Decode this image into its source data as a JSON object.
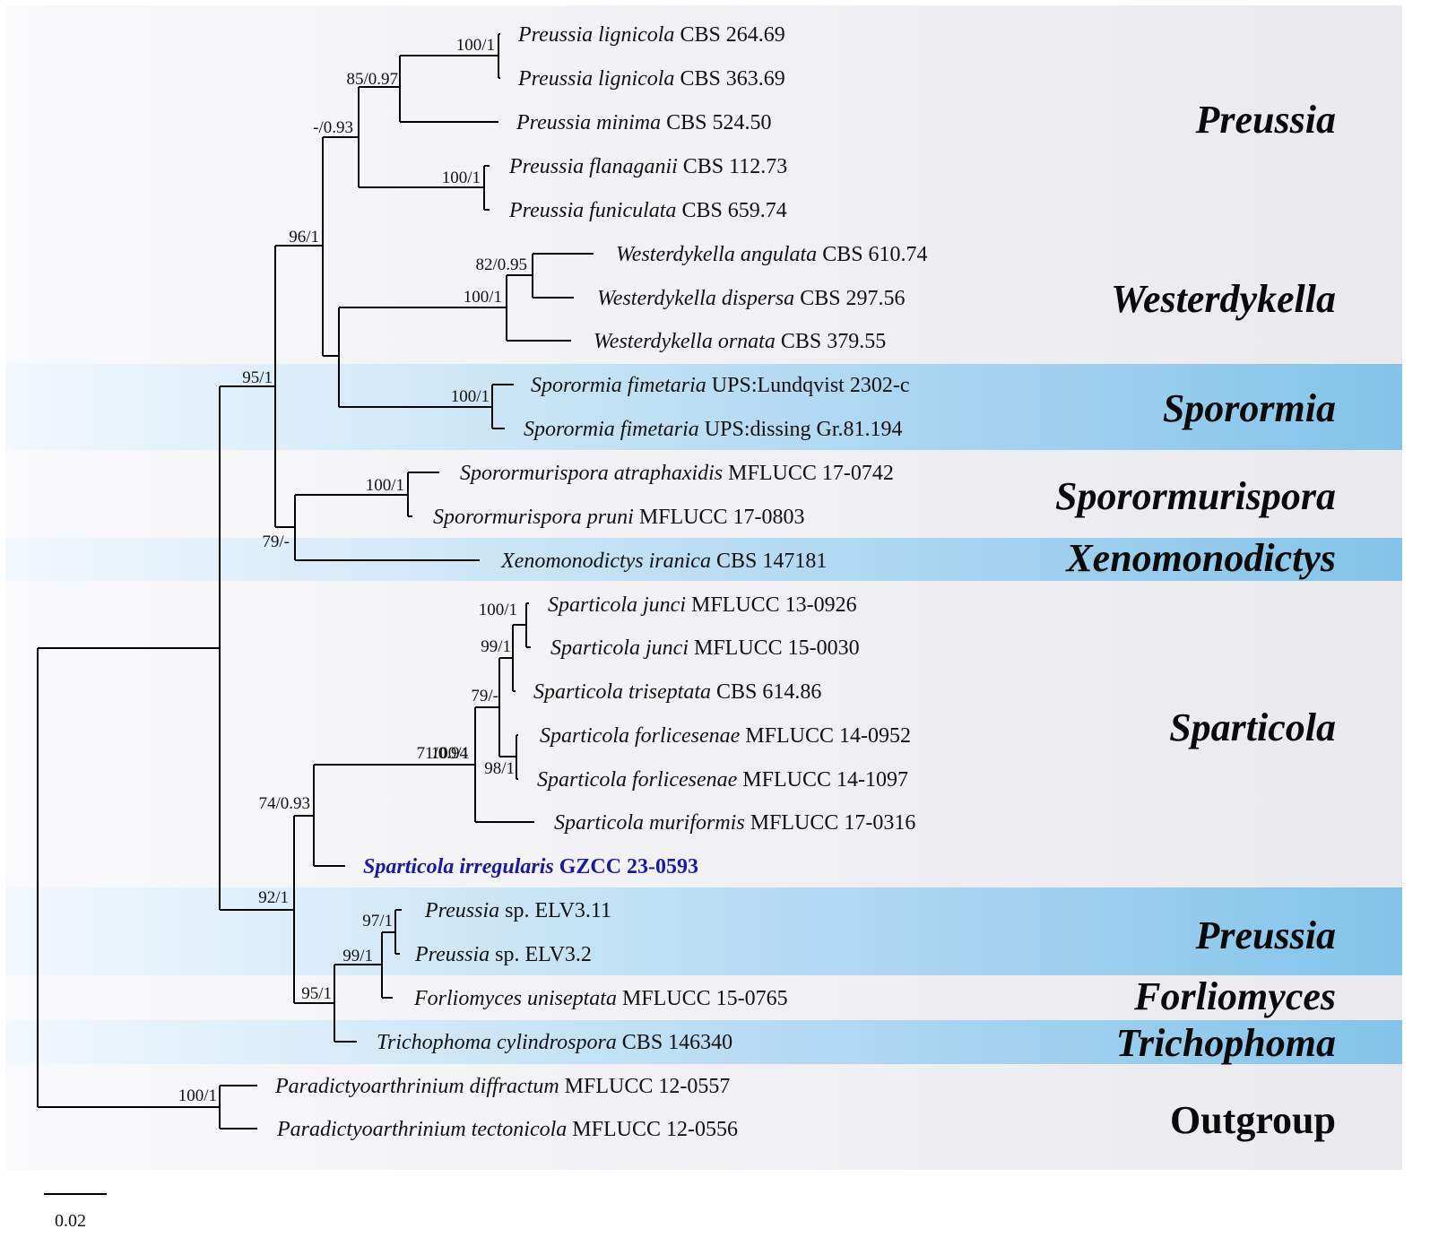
{
  "bands": [
    {
      "name": "preussia-1",
      "label": "Preussia",
      "italic": true,
      "color": "blue"
    },
    {
      "name": "westerdykella",
      "label": "Westerdykella",
      "italic": true,
      "color": "gray"
    },
    {
      "name": "sporormia",
      "label": "Sporormia",
      "italic": true,
      "color": "blue"
    },
    {
      "name": "sporormurispora",
      "label": "Sporormurispora",
      "italic": true,
      "color": "gray"
    },
    {
      "name": "xenomonodictys",
      "label": "Xenomonodictys",
      "italic": true,
      "color": "blue"
    },
    {
      "name": "sparticola",
      "label": "Sparticola",
      "italic": true,
      "color": "gray"
    },
    {
      "name": "preussia-2",
      "label": "Preussia",
      "italic": true,
      "color": "blue"
    },
    {
      "name": "forliomyces",
      "label": "Forliomyces",
      "italic": true,
      "color": "gray"
    },
    {
      "name": "trichophoma",
      "label": "Trichophoma",
      "italic": true,
      "color": "blue"
    },
    {
      "name": "outgroup",
      "label": "Outgroup",
      "italic": false,
      "color": "gray"
    }
  ],
  "taxa": [
    {
      "species": "Preussia lignicola",
      "strain": "CBS 264.69"
    },
    {
      "species": "Preussia lignicola",
      "strain": "CBS 363.69"
    },
    {
      "species": "Preussia minima",
      "strain": "CBS 524.50"
    },
    {
      "species": "Preussia flanaganii",
      "strain": "CBS 112.73"
    },
    {
      "species": "Preussia funiculata",
      "strain": "CBS 659.74"
    },
    {
      "species": "Westerdykella angulata",
      "strain": "CBS 610.74"
    },
    {
      "species": "Westerdykella dispersa",
      "strain": "CBS 297.56"
    },
    {
      "species": "Westerdykella ornata",
      "strain": "CBS 379.55"
    },
    {
      "species": "Sporormia fimetaria",
      "strain": "UPS:Lundqvist 2302-c"
    },
    {
      "species": "Sporormia fimetaria",
      "strain": "UPS:dissing Gr.81.194"
    },
    {
      "species": "Sporormurispora atraphaxidis",
      "strain": "MFLUCC 17-0742"
    },
    {
      "species": "Sporormurispora pruni",
      "strain": "MFLUCC 17-0803"
    },
    {
      "species": "Xenomonodictys iranica",
      "strain": "CBS 147181"
    },
    {
      "species": "Sparticola junci",
      "strain": "MFLUCC 13-0926"
    },
    {
      "species": "Sparticola junci",
      "strain": "MFLUCC 15-0030"
    },
    {
      "species": "Sparticola triseptata",
      "strain": "CBS 614.86"
    },
    {
      "species": "Sparticola forlicesenae",
      "strain": "MFLUCC 14-0952"
    },
    {
      "species": "Sparticola forlicesenae",
      "strain": "MFLUCC 14-1097"
    },
    {
      "species": "Sparticola muriformis",
      "strain": "MFLUCC 17-0316"
    },
    {
      "species": "Sparticola irregularis",
      "strain": "GZCC 23-0593",
      "highlight": true
    },
    {
      "species": "Preussia",
      "strain": "sp. ELV3.11"
    },
    {
      "species": "Preussia",
      "strain": "sp. ELV3.2"
    },
    {
      "species": "Forliomyces uniseptata",
      "strain": "MFLUCC 15-0765"
    },
    {
      "species": "Trichophoma cylindrospora",
      "strain": "CBS 146340"
    },
    {
      "species": "Paradictyoarthrinium diffractum",
      "strain": "MFLUCC 12-0557"
    },
    {
      "species": "Paradictyoarthrinium tectonicola",
      "strain": "MFLUCC 12-0556"
    }
  ],
  "support": [
    "100/1",
    "85/0.97",
    "-/0.93",
    "100/1",
    "96/1",
    "82/0.95",
    "100/1",
    "100/1",
    "95/1",
    "100/1",
    "79/-",
    "100/1",
    "99/1",
    "79/-",
    "71/0.94",
    "98/1",
    "100/1",
    "74/0.93",
    "92/1",
    "97/1",
    "99/1",
    "95/1",
    "100/1"
  ],
  "scale": {
    "label": "0.02"
  }
}
